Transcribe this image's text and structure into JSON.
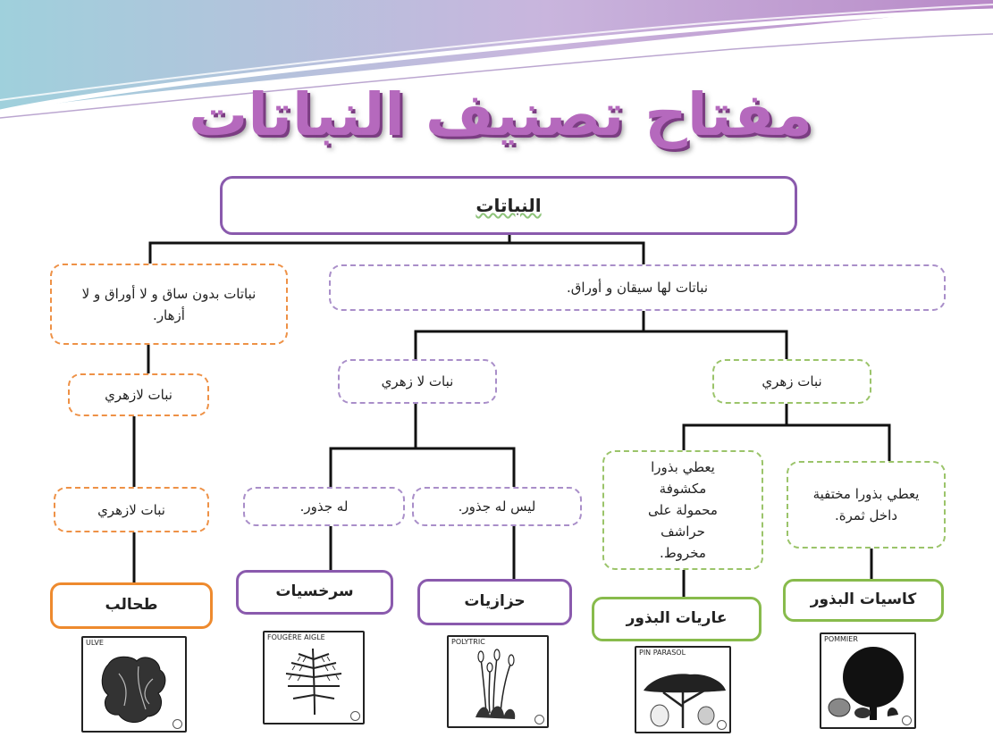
{
  "title": "مفتاح تصنيف النباتات",
  "root": "النباتات",
  "nodes": {
    "no_stem": "نباتات بدون ساق و لا أوراق و لا أزهار.",
    "with_stem": "نباتات لها سيقان و أوراق.",
    "non_flower_left": "نبات لازهري",
    "non_flower_mid": "نبات لا زهري",
    "flower": "نبات زهري",
    "non_flower_left2": "نبات لازهري",
    "has_roots": "له جذور.",
    "no_roots": "ليس له جذور.",
    "seeds_exposed": "يعطي بذورا مكشوفة محمولة على حراشف مخروط.",
    "seeds_hidden": "يعطي بذورا مختفية داخل ثمرة."
  },
  "groups": {
    "algae": "طحالب",
    "ferns": "سرخسيات",
    "mosses": "حزازيات",
    "gymnosperms": "عاريات البذور",
    "angiosperms": "كاسيات البذور"
  },
  "photos": {
    "algae": "ULVE",
    "ferns": "FOUGÈRE AIGLE",
    "mosses": "POLYTRIC",
    "gymnosperms": "PIN PARASOL",
    "angiosperms": "POMMIER"
  },
  "colors": {
    "title": "#b569bd",
    "purple": "#8a5aad",
    "orange": "#ee8a2e",
    "green": "#88bb4c"
  }
}
